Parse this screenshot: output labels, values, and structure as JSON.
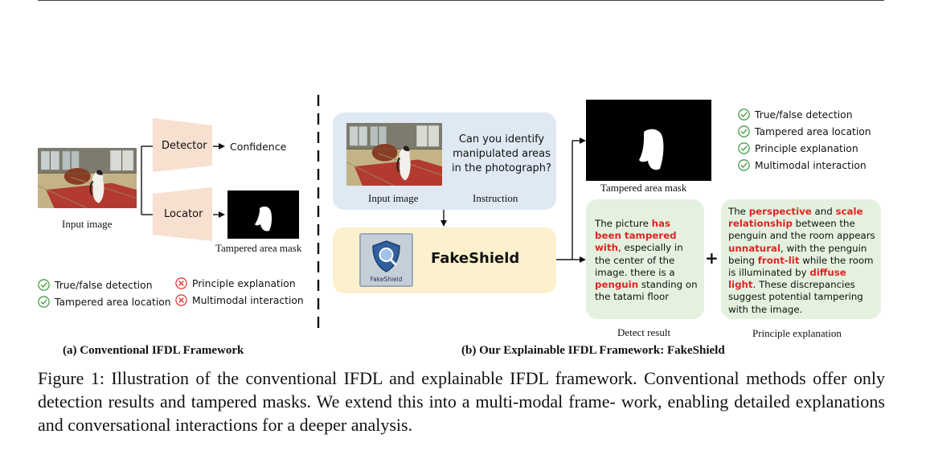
{
  "panel_a": {
    "input_image_label": "Input image",
    "detector_label": "Detector",
    "confidence_label": "Confidence",
    "locator_label": "Locator",
    "mask_label": "Tampered area mask",
    "checks": [
      {
        "text": "True/false detection",
        "status": "check"
      },
      {
        "text": "Tampered area location",
        "status": "check"
      }
    ],
    "crosses": [
      {
        "text": "Principle explanation",
        "status": "cross"
      },
      {
        "text": "Multimodal interaction",
        "status": "cross"
      }
    ],
    "caption": "(a) Conventional IFDL Framework"
  },
  "panel_b": {
    "question": "Can you identify manipulated areas in the photograph?",
    "input_image_label": "Input image",
    "instruction_label": "Instruction",
    "model_name": "FakeShield",
    "logo_text": "FakeShield",
    "mask_label": "Tampered area mask",
    "checks": [
      "True/false detection",
      "Tampered area location",
      "Principle explanation",
      "Multimodal interaction"
    ],
    "detect_result": {
      "segments": [
        {
          "t": "The picture ",
          "hl": false
        },
        {
          "t": "has been tampered with",
          "hl": true
        },
        {
          "t": ", especially in the center of the image. there is a ",
          "hl": false
        },
        {
          "t": "penguin",
          "hl": true
        },
        {
          "t": " standing on the tatami floor",
          "hl": false
        }
      ],
      "label": "Detect result"
    },
    "plus": "+",
    "principle": {
      "segments": [
        {
          "t": "The ",
          "hl": false
        },
        {
          "t": "perspective",
          "hl": true
        },
        {
          "t": " and ",
          "hl": false
        },
        {
          "t": "scale relationship",
          "hl": true
        },
        {
          "t": " between the penguin and the room appears ",
          "hl": false
        },
        {
          "t": "unnatural",
          "hl": true
        },
        {
          "t": ", with the penguin being ",
          "hl": false
        },
        {
          "t": "front-lit",
          "hl": true
        },
        {
          "t": " while the room is illuminated by ",
          "hl": false
        },
        {
          "t": "diffuse light",
          "hl": true
        },
        {
          "t": ". These discrepancies suggest potential tampering with the image.",
          "hl": false
        }
      ],
      "label": "Principle explanation"
    },
    "caption": "(b) Our Explainable IFDL Framework: FakeShield"
  },
  "figure_caption": "Figure 1: Illustration of the conventional IFDL and explainable IFDL framework. Conventional methods offer only detection results and tampered masks. We extend this into a multi-modal frame- work, enabling detailed explanations and conversational interactions for a deeper analysis.",
  "colors": {
    "highlight": "#e02424",
    "check_green": "#3a9a3a",
    "cross_red": "#e03030",
    "instruction_bg": "#dfe9f4",
    "fakeshield_bg": "#fcf1cc",
    "bubble_bg": "#e4f1de",
    "trapezoid": "#f8e0d0"
  }
}
